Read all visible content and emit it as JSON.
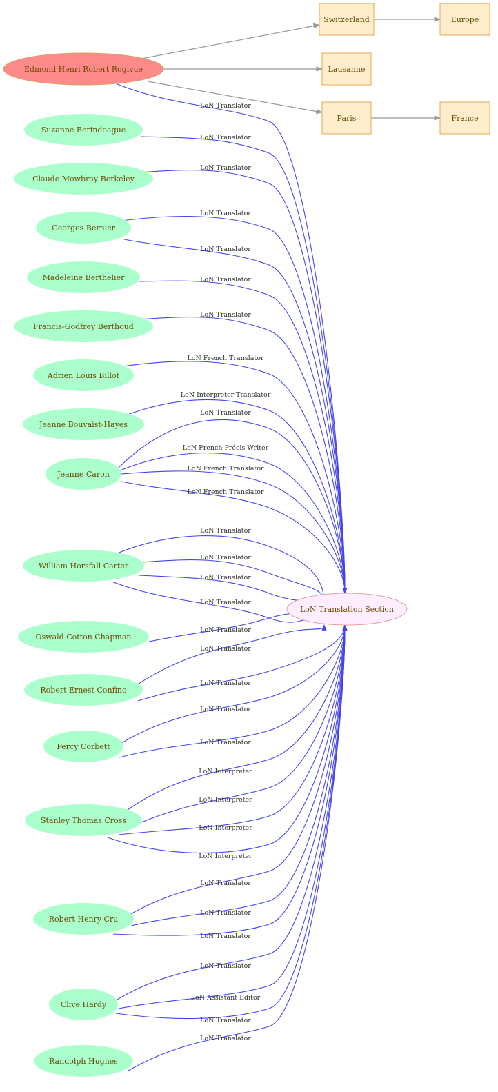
{
  "colors": {
    "central_fill": "#ff8a8a",
    "central_stroke": "#d9a060",
    "person_fill": "#aaffcc",
    "target_fill": "#ffeeff",
    "target_stroke": "#e0a0a0",
    "place_fill": "#ffedcc",
    "place_stroke": "#e0aa55",
    "role_edge": "#4444ee",
    "place_edge": "#999999",
    "label_text": "#6b4a00",
    "edge_text": "#333333"
  },
  "nodes": {
    "edmond": "Edmond Henri Robert Rogivue",
    "switzerland": "Switzerland",
    "europe": "Europe",
    "lausanne": "Lausanne",
    "paris": "Paris",
    "france": "France",
    "section": "LoN Translation Section",
    "berindoague": "Suzanne Berindoague",
    "berkeley": "Claude Mowbray Berkeley",
    "bernier": "Georges Bernier",
    "berthelier": "Madeleine Berthelier",
    "berthoud": "Francis-Godfrey Berthoud",
    "billot": "Adrien Louis Billot",
    "bouvaist": "Jeanne Bouvaist-Hayes",
    "caron": "Jeanne Caron",
    "carter": "William Horsfall Carter",
    "chapman": "Oswald Cotton Chapman",
    "confino": "Robert Ernest Confino",
    "corbett": "Percy Corbett",
    "cross": "Stanley Thomas Cross",
    "cru": "Robert Henry Cru",
    "hardy": "Clive Hardy",
    "hughes": "Randolph Hughes"
  },
  "place_edges": [
    {
      "from": "edmond",
      "to": "switzerland"
    },
    {
      "from": "edmond",
      "to": "lausanne"
    },
    {
      "from": "edmond",
      "to": "paris"
    },
    {
      "from": "switzerland",
      "to": "europe"
    },
    {
      "from": "paris",
      "to": "france"
    }
  ],
  "role_edges": [
    {
      "from": "edmond",
      "label": "LoN Translator"
    },
    {
      "from": "berindoague",
      "label": "LoN Translator"
    },
    {
      "from": "berkeley",
      "label": "LoN Translator"
    },
    {
      "from": "bernier",
      "label": "LoN Translator"
    },
    {
      "from": "bernier",
      "label": "LoN Translator"
    },
    {
      "from": "berthelier",
      "label": "LoN Translator"
    },
    {
      "from": "berthoud",
      "label": "LoN Translator"
    },
    {
      "from": "billot",
      "label": "LoN French Translator"
    },
    {
      "from": "bouvaist",
      "label": "LoN Interpreter-Translator"
    },
    {
      "from": "caron",
      "label": "LoN Translator"
    },
    {
      "from": "caron",
      "label": "LoN French Précis Writer"
    },
    {
      "from": "caron",
      "label": "LoN French Translator"
    },
    {
      "from": "caron",
      "label": "LoN French Translator"
    },
    {
      "from": "carter",
      "label": "LoN Translator"
    },
    {
      "from": "carter",
      "label": "LoN Translator"
    },
    {
      "from": "carter",
      "label": "LoN Translator"
    },
    {
      "from": "carter",
      "label": "LoN Translator"
    },
    {
      "from": "chapman",
      "label": "LoN Translator"
    },
    {
      "from": "confino",
      "label": "LoN Translator"
    },
    {
      "from": "confino",
      "label": "LoN Translator"
    },
    {
      "from": "corbett",
      "label": "LoN Translator"
    },
    {
      "from": "corbett",
      "label": "LoN Translator"
    },
    {
      "from": "cross",
      "label": "LoN Interpreter"
    },
    {
      "from": "cross",
      "label": "LoN Interpreter"
    },
    {
      "from": "cross",
      "label": "LoN Interpreter"
    },
    {
      "from": "cross",
      "label": "LoN Interpreter"
    },
    {
      "from": "cru",
      "label": "LoN Translator"
    },
    {
      "from": "cru",
      "label": "LoN Translator"
    },
    {
      "from": "cru",
      "label": "LoN Translator"
    },
    {
      "from": "hardy",
      "label": "LoN Translator"
    },
    {
      "from": "hardy",
      "label": "LoN Assistant Editor"
    },
    {
      "from": "hardy",
      "label": "LoN Translator"
    },
    {
      "from": "hughes",
      "label": "LoN Translator"
    }
  ]
}
